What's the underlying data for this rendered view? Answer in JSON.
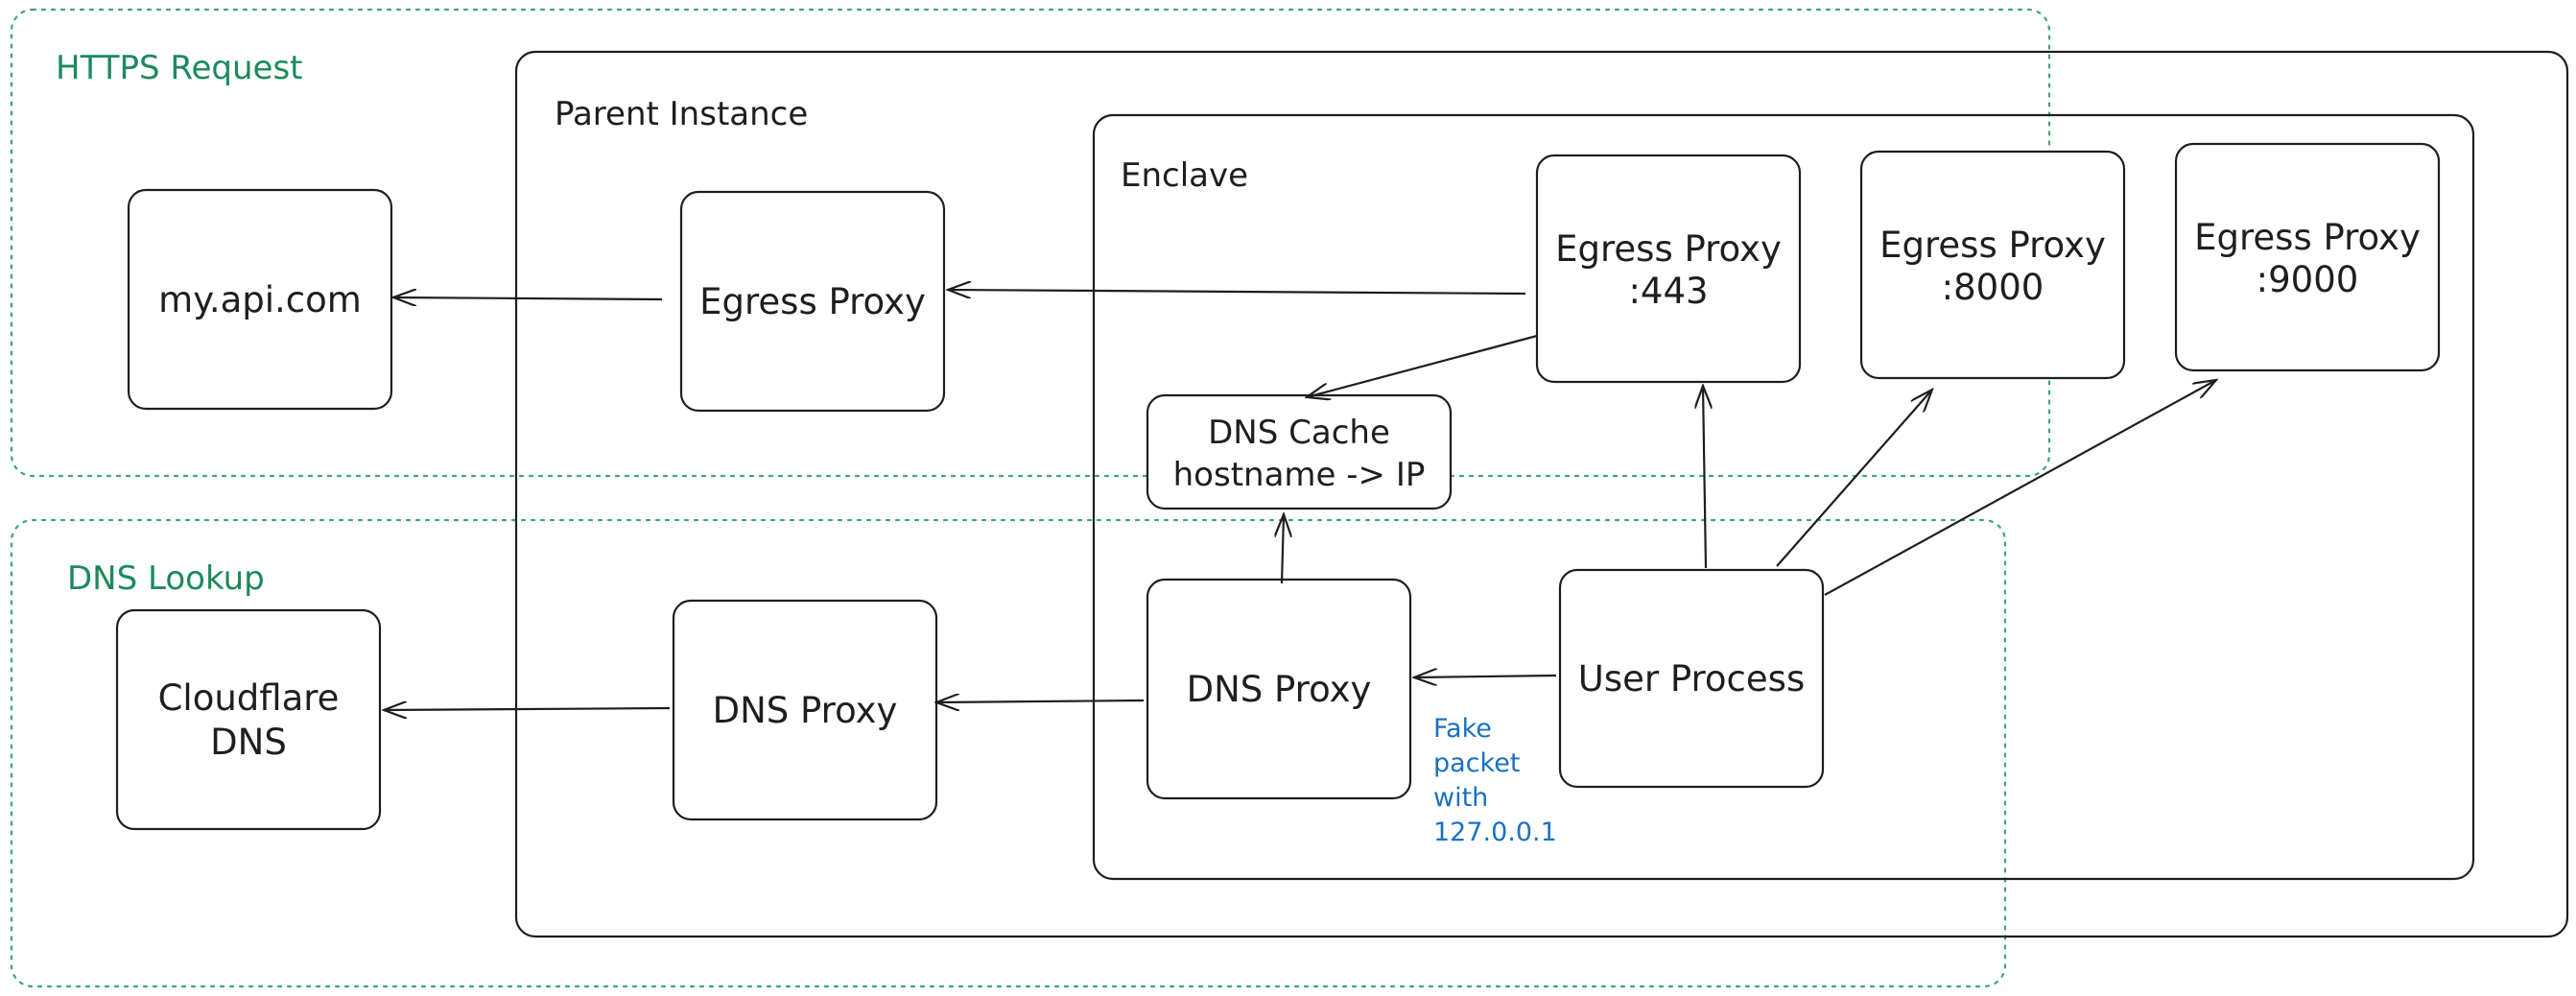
{
  "colors": {
    "stroke": "#1e1e1e",
    "group_border": "#3aa872",
    "group_title": "#1b8a5a",
    "note_text": "#1971c2"
  },
  "groups": {
    "https": {
      "title": "HTTPS Request"
    },
    "dns": {
      "title": "DNS Lookup"
    }
  },
  "containers": {
    "parent": {
      "title": "Parent Instance"
    },
    "enclave": {
      "title": "Enclave"
    }
  },
  "nodes": {
    "my_api": {
      "lines": [
        "my.api.com"
      ]
    },
    "egress_parent": {
      "lines": [
        "Egress Proxy"
      ]
    },
    "egress_443": {
      "lines": [
        "Egress Proxy",
        ":443"
      ]
    },
    "egress_8000": {
      "lines": [
        "Egress Proxy",
        ":8000"
      ]
    },
    "egress_9000": {
      "lines": [
        "Egress Proxy",
        ":9000"
      ]
    },
    "dns_cache": {
      "lines": [
        "DNS Cache",
        "hostname -> IP"
      ]
    },
    "cloudflare": {
      "lines": [
        "Cloudflare",
        "DNS"
      ]
    },
    "dns_proxy_parent": {
      "lines": [
        "DNS Proxy"
      ]
    },
    "dns_proxy_enclave": {
      "lines": [
        "DNS Proxy"
      ]
    },
    "user_process": {
      "lines": [
        "User Process"
      ]
    }
  },
  "note": {
    "lines": [
      "Fake",
      "packet",
      "with",
      "127.0.0.1"
    ]
  }
}
